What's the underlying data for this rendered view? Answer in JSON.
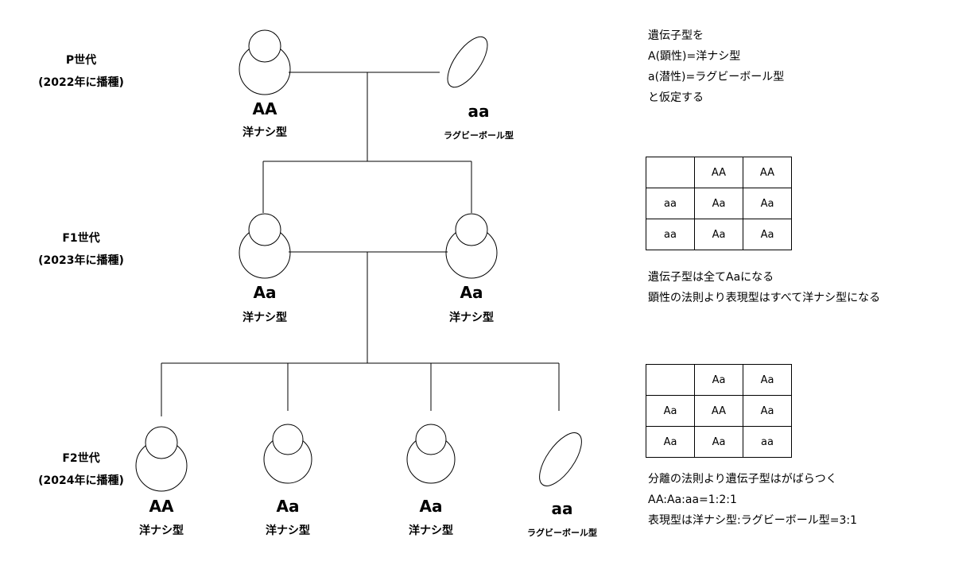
{
  "generations": [
    {
      "label": "P世代",
      "sub": "(2022年に播種)"
    },
    {
      "label": "F1世代",
      "sub": "(2023年に播種)"
    },
    {
      "label": "F2世代",
      "sub": "(2024年に播種)"
    }
  ],
  "plants": {
    "p_left": {
      "genotype": "AA",
      "phenotype": "洋ナシ型",
      "shape": "pear"
    },
    "p_right": {
      "genotype": "aa",
      "phenotype": "ラグビーボール型",
      "shape": "rugby"
    },
    "f1_left": {
      "genotype": "Aa",
      "phenotype": "洋ナシ型",
      "shape": "pear"
    },
    "f1_right": {
      "genotype": "Aa",
      "phenotype": "洋ナシ型",
      "shape": "pear"
    },
    "f2_1": {
      "genotype": "AA",
      "phenotype": "洋ナシ型",
      "shape": "pear"
    },
    "f2_2": {
      "genotype": "Aa",
      "phenotype": "洋ナシ型",
      "shape": "pear"
    },
    "f2_3": {
      "genotype": "Aa",
      "phenotype": "洋ナシ型",
      "shape": "pear"
    },
    "f2_4": {
      "genotype": "aa",
      "phenotype": "ラグビーボール型",
      "shape": "rugby"
    }
  },
  "assumption": {
    "lines": [
      "遺伝子型を",
      "A(顕性)=洋ナシ型",
      "a(潜性)=ラグビーボール型",
      "と仮定する"
    ]
  },
  "punnett_f1": {
    "rows": [
      [
        "",
        "AA",
        "AA"
      ],
      [
        "aa",
        "Aa",
        "Aa"
      ],
      [
        "aa",
        "Aa",
        "Aa"
      ]
    ],
    "notes": [
      "遺伝子型は全てAaになる",
      "顕性の法則より表現型はすべて洋ナシ型になる"
    ]
  },
  "punnett_f2": {
    "rows": [
      [
        "",
        "Aa",
        "Aa"
      ],
      [
        "Aa",
        "AA",
        "Aa"
      ],
      [
        "Aa",
        "Aa",
        "aa"
      ]
    ],
    "notes": [
      "分離の法則より遺伝子型はがばらつく",
      "AA:Aa:aa=1:2:1",
      "表現型は洋ナシ型:ラグビーボール型=3:1"
    ]
  }
}
